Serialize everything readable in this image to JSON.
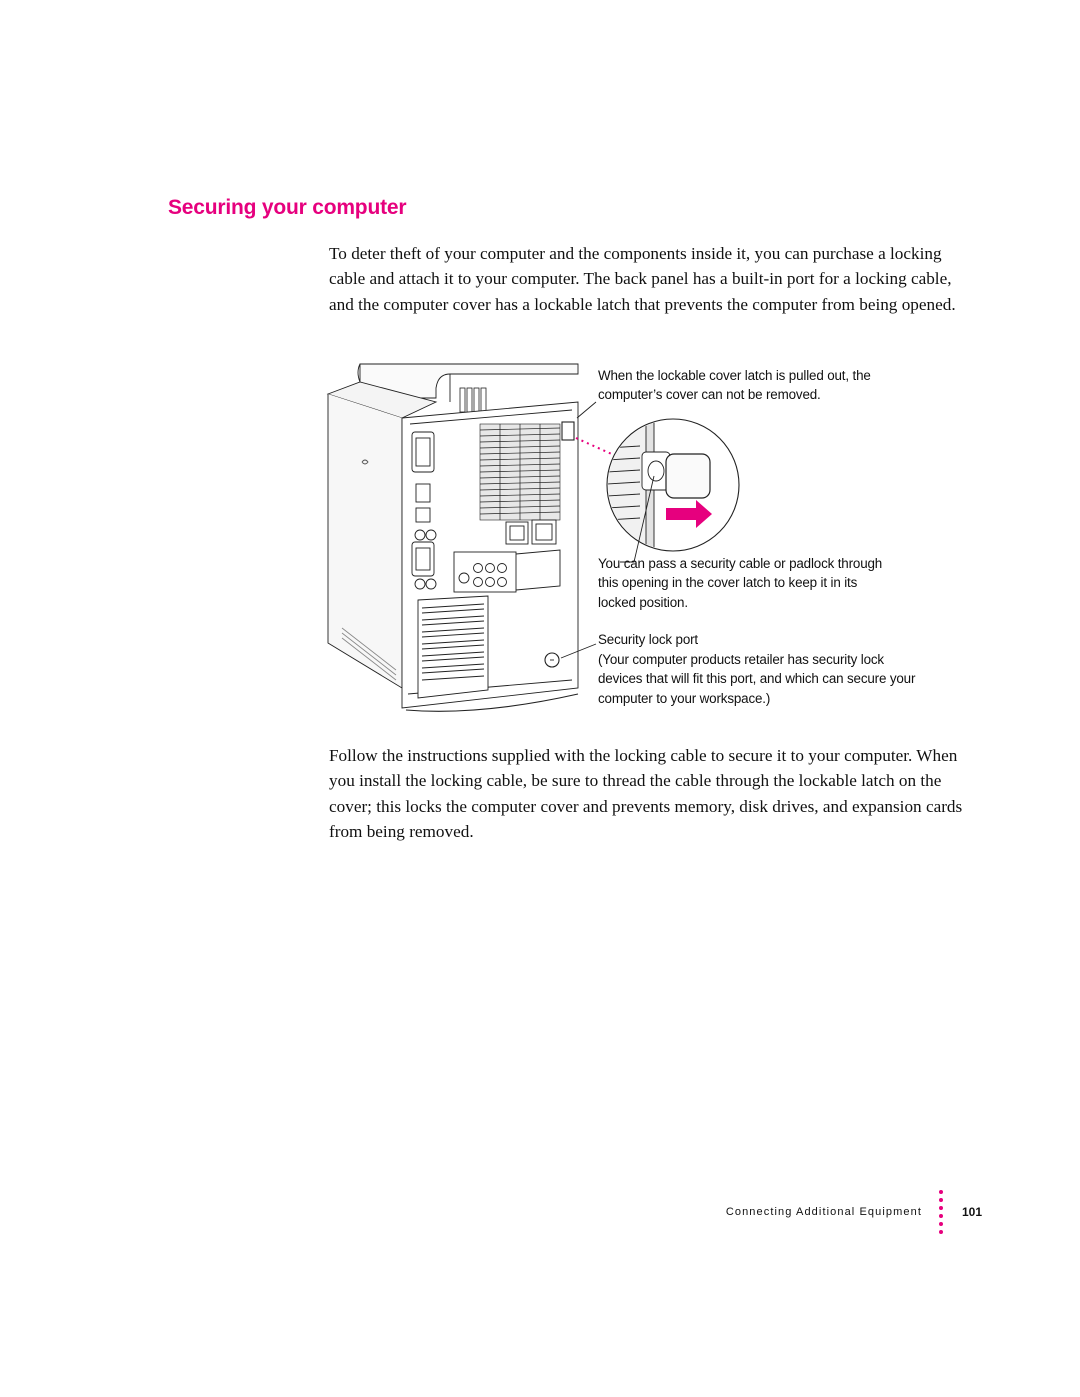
{
  "section": {
    "heading": "Securing your computer",
    "intro": "To deter theft of your computer and the components inside it, you can purchase a locking cable and attach it to your computer. The back panel has a built-in port for a locking cable, and the computer cover has a lockable latch that prevents the computer from being opened.",
    "instructions": "Follow the instructions supplied with the locking cable to secure it to your computer. When you install the locking cable, be sure to thread the cable through the lockable latch on the cover; this locks the computer cover and prevents memory, disk drives, and expansion cards from being removed."
  },
  "figure": {
    "callout_latch": "When the lockable cover latch is pulled out, the computer’s cover can not be removed.",
    "callout_cable": "You can pass a security cable or padlock through this opening in the cover latch to keep it in its locked position.",
    "callout_port_title": "Security lock port",
    "callout_port_note": "(Your computer products retailer has security lock devices that will fit this port, and which can secure your computer to your workspace.)"
  },
  "footer": {
    "chapter": "Connecting Additional Equipment",
    "page_number": "101"
  },
  "colors": {
    "accent": "#e6007e"
  }
}
